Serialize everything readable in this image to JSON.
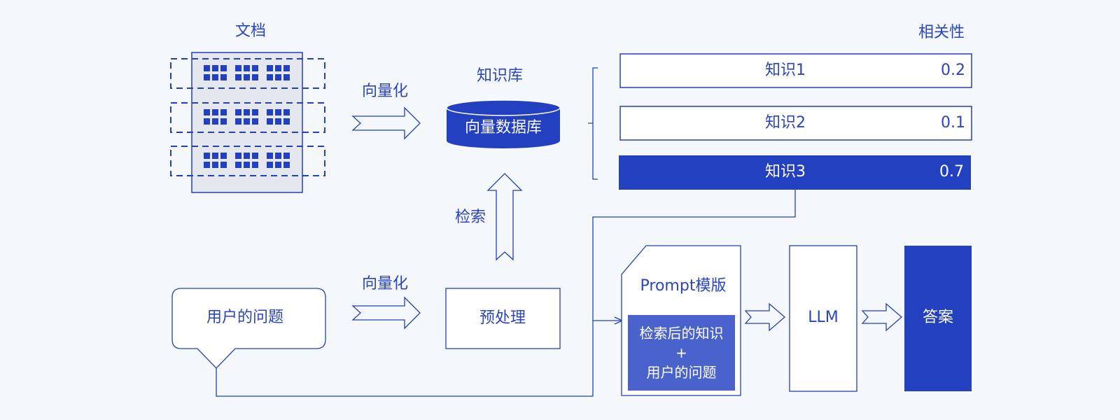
{
  "documents": {
    "title": "文档"
  },
  "vectorize_top": {
    "label": "向量化"
  },
  "knowledge_base": {
    "title": "知识库",
    "db_label": "向量数据库"
  },
  "relevance": {
    "header": "相关性",
    "items": [
      {
        "name": "知识1",
        "score": "0.2",
        "highlight": false
      },
      {
        "name": "知识2",
        "score": "0.1",
        "highlight": false
      },
      {
        "name": "知识3",
        "score": "0.7",
        "highlight": true
      }
    ]
  },
  "retrieve": {
    "label": "检索"
  },
  "user_question": {
    "label": "用户的问题"
  },
  "vectorize_bottom": {
    "label": "向量化"
  },
  "preprocess": {
    "label": "预处理"
  },
  "prompt_template": {
    "title": "Prompt模版",
    "line1": "检索后的知识",
    "plus": "+",
    "line2": "用户的问题"
  },
  "llm": {
    "label": "LLM"
  },
  "answer": {
    "label": "答案"
  },
  "colors": {
    "accent": "#2340c0",
    "light_fill": "#e4e7ee",
    "inner_fill": "#4a62cc",
    "background": "#f4f7fb"
  }
}
